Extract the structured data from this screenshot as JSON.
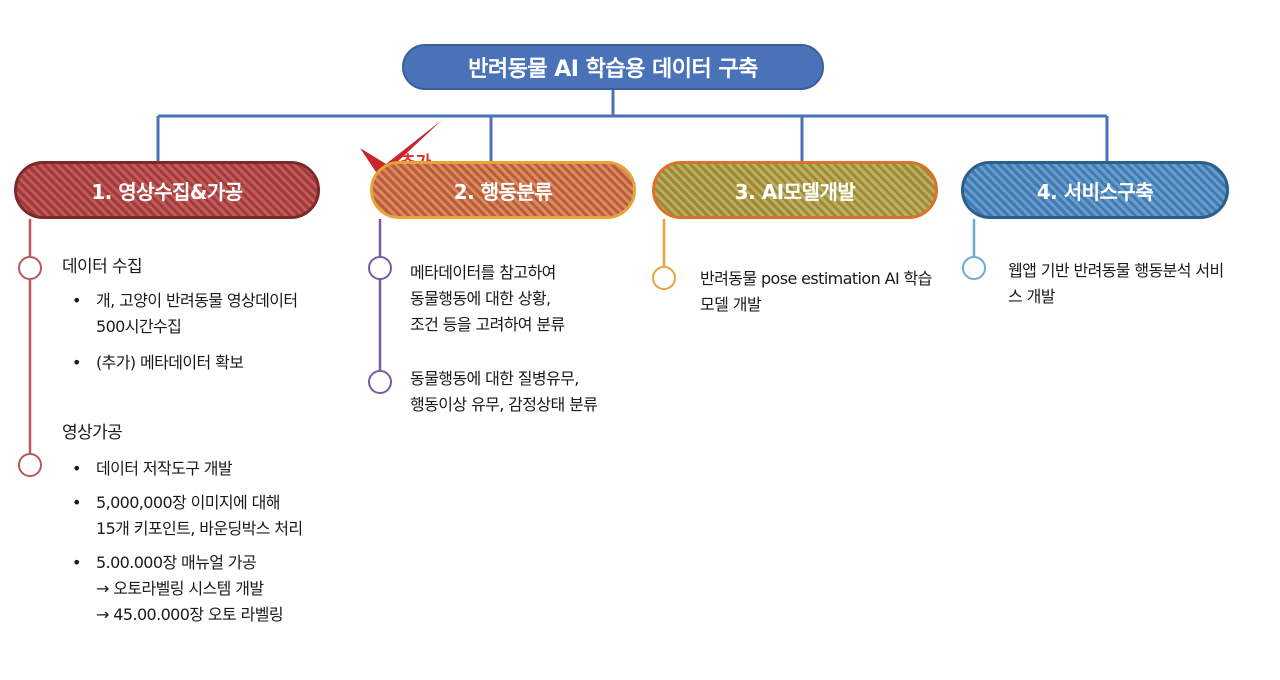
{
  "title": "반려동물 AI 학습용 데이터 구축",
  "added_mark": "추가",
  "colors": {
    "title_bg": "#4a72b8",
    "cat1": "#a33a3a",
    "cat2": "#d98a5e",
    "cat3": "#9c8a3a",
    "cat4": "#3f7ab0",
    "check": "#c8252c"
  },
  "categories": [
    {
      "label": "1. 영상수집&가공"
    },
    {
      "label": "2. 행동분류"
    },
    {
      "label": "3. AI모델개발"
    },
    {
      "label": "4. 서비스구축"
    }
  ],
  "cat1": {
    "section1_heading": "데이터 수집",
    "bullet1_line1": "개, 고양이 반려동물 영상데이터",
    "bullet1_line2": "500시간수집",
    "bullet2": "(추가) 메타데이터 확보",
    "section2_heading": "영상가공",
    "bullet3": "데이터 저작도구 개발",
    "bullet4_line1": "5,000,000장 이미지에 대해",
    "bullet4_line2": "15개 키포인트, 바운딩박스 처리",
    "bullet5_line1": "5.00.000장 매뉴얼 가공",
    "bullet5_line2": "→ 오토라벨링 시스템 개발",
    "bullet5_line3": "→ 45.00.000장 오토 라벨링",
    "bullet_glyph": "•"
  },
  "cat2": {
    "item1_line1": "메타데이터를 참고하여",
    "item1_line2": "동물행동에 대한 상황,",
    "item1_line3": "조건 등을 고려하여 분류",
    "item2_line1": "동물행동에 대한 질병유무,",
    "item2_line2": "행동이상 유무, 감정상태 분류"
  },
  "cat3": {
    "item1_line1": "반려동물 pose  estimation AI 학습",
    "item1_line2": "모델 개발"
  },
  "cat4": {
    "item1_line1": "웹앱 기반 반려동물 행동분석 서비",
    "item1_line2": "스 개발"
  }
}
